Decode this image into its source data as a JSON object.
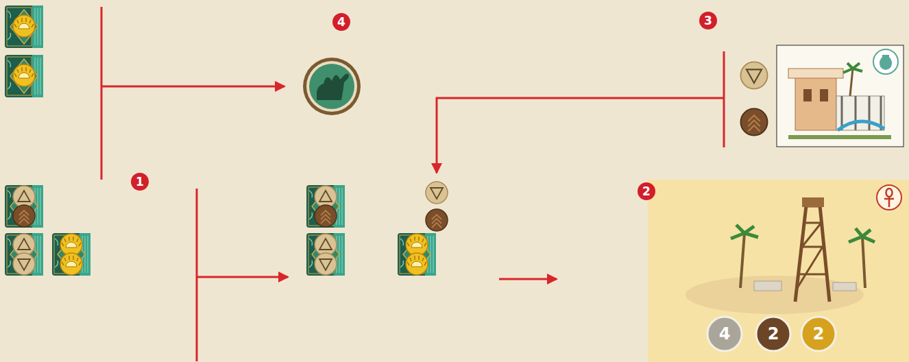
{
  "diagram": {
    "nodes": [
      {
        "text": [
          "4"
        ]
      },
      {
        "text": [
          "2"
        ]
      },
      {
        "text": [
          "2"
        ]
      }
    ],
    "labels": [
      "4",
      "3",
      "1",
      "2"
    ]
  }
}
